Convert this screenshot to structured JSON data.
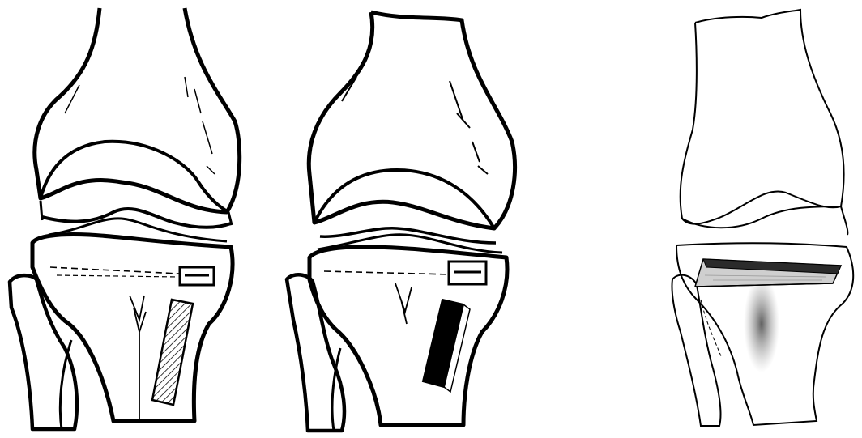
{
  "figure": {
    "panels": [
      {
        "id": "left",
        "subject": "knee-joint",
        "implant": "hatched-plate",
        "line_style": "bold"
      },
      {
        "id": "middle",
        "subject": "knee-joint",
        "implant": "solid-plate",
        "line_style": "bold"
      },
      {
        "id": "right",
        "subject": "knee-joint",
        "implant": "wedge-graft",
        "line_style": "thin"
      }
    ],
    "colors": {
      "ink": "#000000",
      "paper": "#ffffff",
      "graft_fill": "#c8c8c8",
      "graft_dark": "#2b2b2b",
      "shadow": "#555555"
    }
  }
}
